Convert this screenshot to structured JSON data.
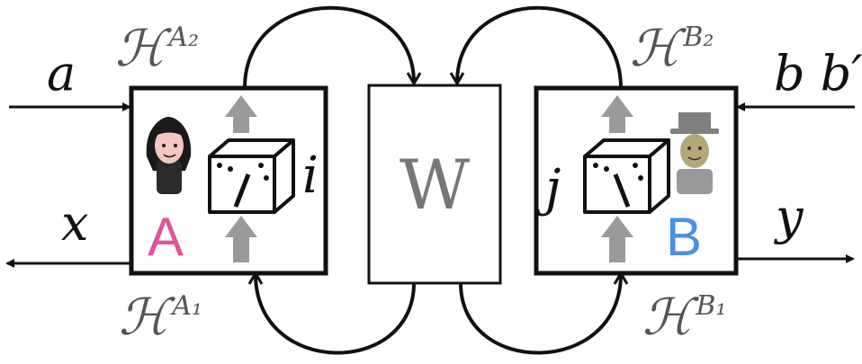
{
  "labels": {
    "input_a": "a",
    "output_x": "x",
    "input_b": "b b′",
    "output_y": "y",
    "setting_i": "i",
    "setting_j": "j",
    "process": "W",
    "agent_a": "A",
    "agent_b": "B"
  },
  "spaces": {
    "hilbert_symbol": "ℋ",
    "a_out": "A₂",
    "a_in": "A₁",
    "b_out": "B₂",
    "b_in": "B₁"
  },
  "colors": {
    "agent_a": "#e0559a",
    "agent_b": "#4a8fe8",
    "line": "#111111",
    "gray_arrow": "#9a9a9a",
    "hilbert_text": "#555555"
  },
  "icons": {
    "agent_a_icon": "girl-icon",
    "agent_b_icon": "gentleman-icon",
    "die_icon": "die-icon"
  }
}
